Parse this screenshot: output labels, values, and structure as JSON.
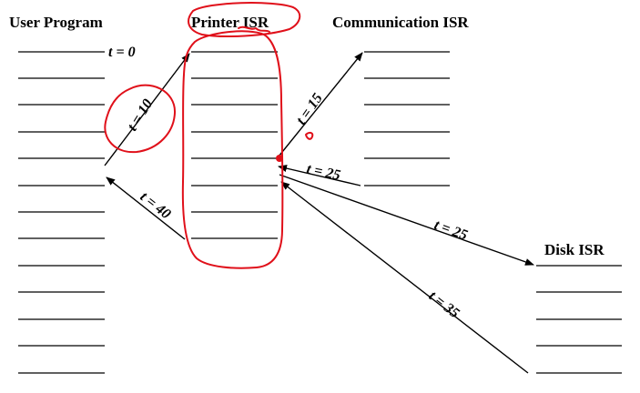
{
  "headings": {
    "user_program": "User Program",
    "printer_isr": "Printer ISR",
    "communication_isr": "Communication ISR",
    "disk_isr": "Disk ISR"
  },
  "time_labels": {
    "t0": "t = 0",
    "t10": "t = 10",
    "t15": "t = 15",
    "t25_comm": "t = 25",
    "t25_disk": "t = 25",
    "t35": "t = 35",
    "t40": "t = 40"
  },
  "colors": {
    "ink": "#000000",
    "annotation": "#e0101a"
  }
}
